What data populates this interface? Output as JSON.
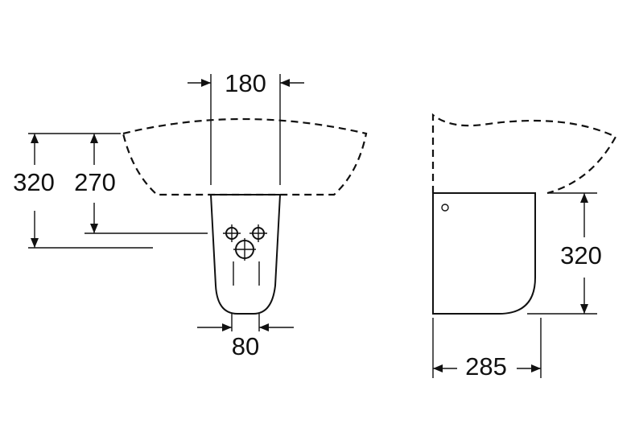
{
  "dimensions": {
    "front_top_width": "180",
    "front_total_height": "320",
    "front_mount_height": "270",
    "front_bottom_width": "80",
    "side_pedestal_height": "320",
    "side_depth": "285"
  },
  "colors": {
    "line": "#111111",
    "background": "#ffffff"
  }
}
